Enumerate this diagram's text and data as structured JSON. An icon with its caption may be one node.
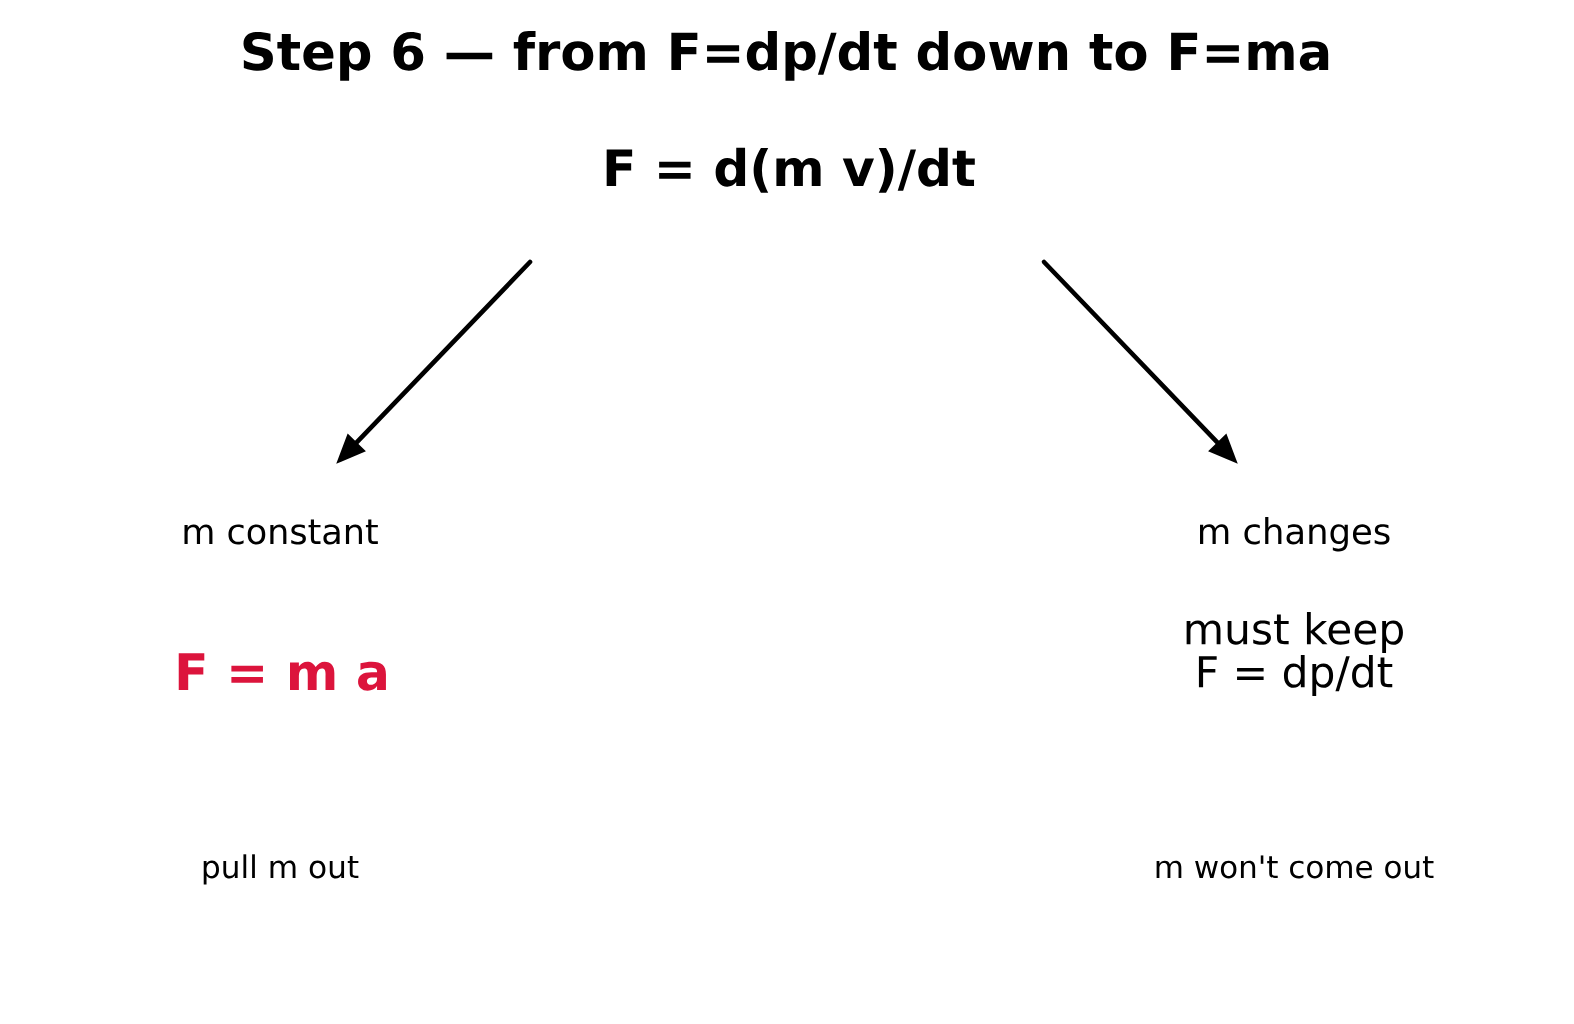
{
  "diagram": {
    "title": "Step 6 — from F=dp/dt down to F=ma",
    "nodes": [
      {
        "text": [
          "F = d(m v)/dt"
        ]
      },
      {
        "text": [
          "m constant",
          "F = m a",
          "pull m out"
        ]
      },
      {
        "text": [
          "m changes",
          "must keep F = dp/dt",
          "m won't come out"
        ]
      }
    ],
    "edges": [
      {
        "from": 0,
        "to": 1,
        "arrow": "to"
      },
      {
        "from": 0,
        "to": 2,
        "arrow": "to"
      }
    ]
  }
}
